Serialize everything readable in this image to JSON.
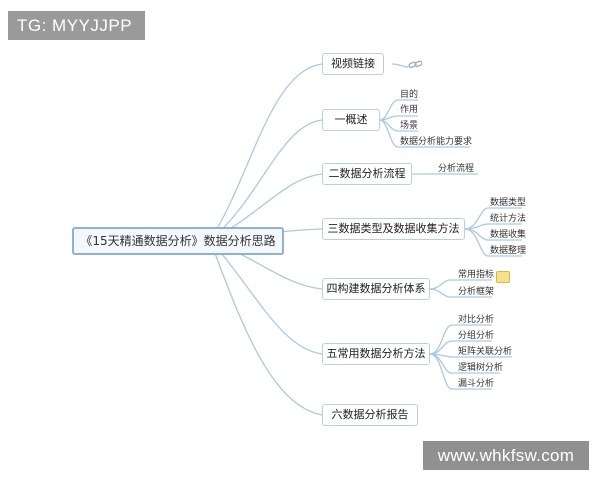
{
  "watermarks": {
    "top_left": "TG: MYYJJPP",
    "bottom_right": "www.whkfsw.com"
  },
  "root": {
    "label": "《15天精通数据分析》数据分析思路"
  },
  "branches": [
    {
      "label": "视频链接",
      "leaves": []
    },
    {
      "label": "一概述",
      "leaves": [
        "目的",
        "作用",
        "场景",
        "数据分析能力要求"
      ]
    },
    {
      "label": "二数据分析流程",
      "leaves": [
        "分析流程"
      ]
    },
    {
      "label": "三数据类型及数据收集方法",
      "leaves": [
        "数据类型",
        "统计方法",
        "数据收集",
        "数据整理"
      ]
    },
    {
      "label": "四构建数据分析体系",
      "leaves": [
        "常用指标",
        "分析框架"
      ]
    },
    {
      "label": "五常用数据分析方法",
      "leaves": [
        "对比分析",
        "分组分析",
        "矩阵关联分析",
        "逻辑树分析",
        "漏斗分析"
      ]
    },
    {
      "label": "六数据分析报告",
      "leaves": []
    }
  ],
  "colors": {
    "line": "#a9c9e3",
    "border": "#b8cfe3"
  },
  "icons": {
    "link": "link-icon",
    "note": "note-icon"
  }
}
